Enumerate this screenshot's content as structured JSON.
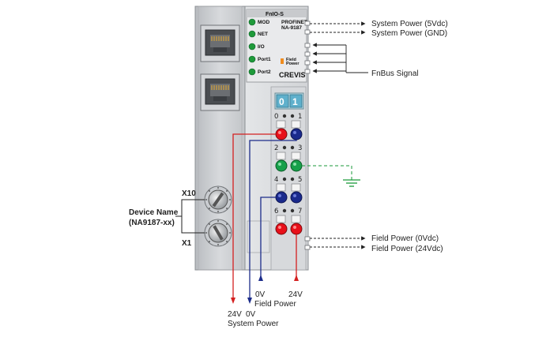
{
  "module": {
    "header": "FnIO-S",
    "profinet_label": "PROFINET",
    "model_label": "NA-9187",
    "brand_label": "CREVIS",
    "leds": [
      {
        "label": "MOD",
        "color": "#1e9a3a"
      },
      {
        "label": "NET",
        "color": "#1e9a3a"
      },
      {
        "label": "I/O",
        "color": "#1e9a3a"
      },
      {
        "label": "Port1",
        "color": "#1e9a3a"
      },
      {
        "label": "Port2",
        "color": "#1e9a3a"
      }
    ],
    "field_power_label_1": "Field",
    "field_power_label_2": "Power",
    "field_power_led_color": "#f08c1e",
    "terminal_block_labels": [
      "0",
      "1"
    ],
    "terminal_numbers": [
      "0",
      "1",
      "2",
      "3",
      "4",
      "5",
      "6",
      "7"
    ],
    "terminal_colors": {
      "red": "#e8101a",
      "blue": "#1a2a8c",
      "green": "#17a04a"
    }
  },
  "switches": {
    "x10_label": "X10",
    "x1_label": "X1",
    "device_name_line1": "Device Name",
    "device_name_line2": "(NA9187-xx)"
  },
  "right_labels": {
    "system_power_5v": "System Power (5Vdc)",
    "system_power_gnd": "System Power (GND)",
    "fnbus_signal": "FnBus Signal",
    "field_power_0v": "Field Power (0Vdc)",
    "field_power_24v": "Field Power (24Vdc)"
  },
  "bottom_labels": {
    "field_24v": "24V",
    "field_0v": "0V",
    "field_power": "Field Power",
    "sys_24v": "24V",
    "sys_0v": "0V",
    "system_power": "System Power"
  },
  "wire_colors": {
    "red": "#d42020",
    "blue": "#1c2c8a",
    "green": "#1a9a3a",
    "black": "#222222"
  }
}
